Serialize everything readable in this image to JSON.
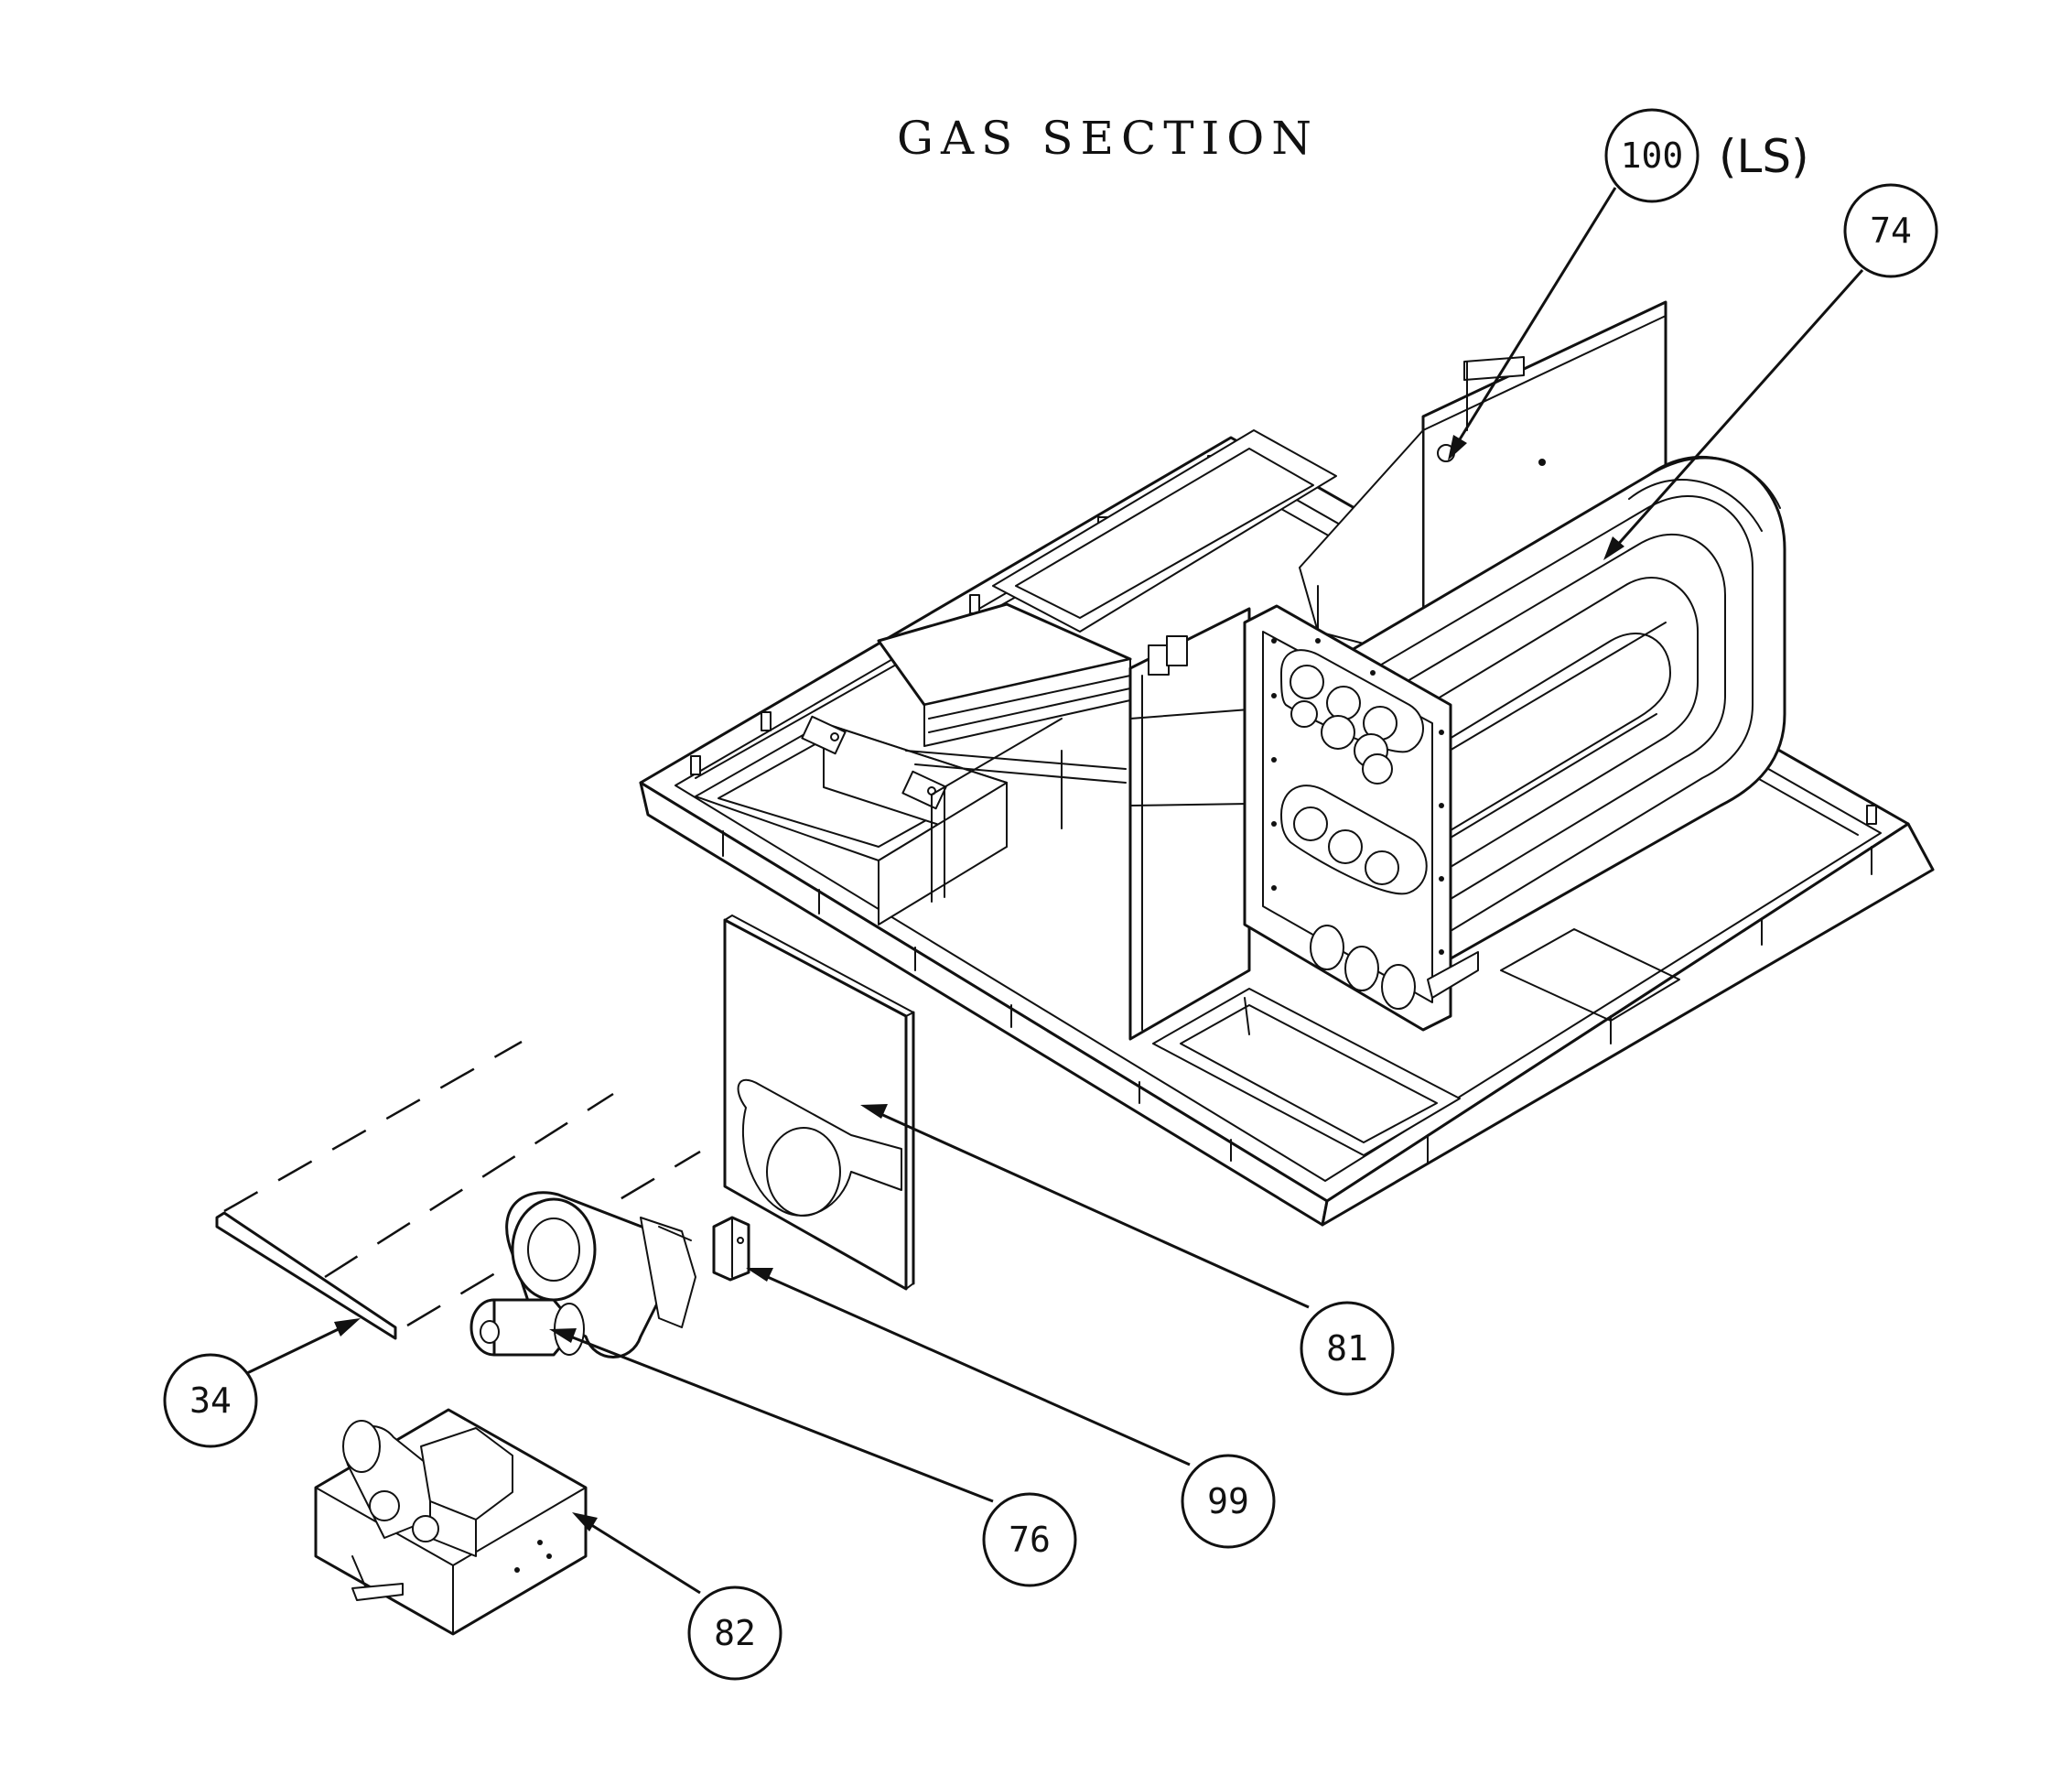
{
  "title": "GAS SECTION",
  "callouts": [
    {
      "id": "100",
      "note": "(LS)"
    },
    {
      "id": "74"
    },
    {
      "id": "81"
    },
    {
      "id": "34"
    },
    {
      "id": "99"
    },
    {
      "id": "76"
    },
    {
      "id": "82"
    }
  ]
}
